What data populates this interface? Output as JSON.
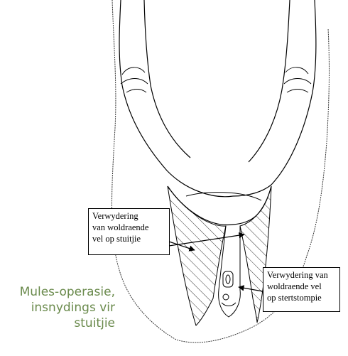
{
  "labels": {
    "stuitjie": "Verwydering\nvan woldraende\nvel op stuitjie",
    "stert": "Verwydering van\nwoldraende vel\nop stertstompie"
  },
  "caption": "Mules-operasie,\ninsnydings vir\nstuitjie",
  "colors": {
    "caption": "#6a8a4c",
    "line": "#000000"
  }
}
